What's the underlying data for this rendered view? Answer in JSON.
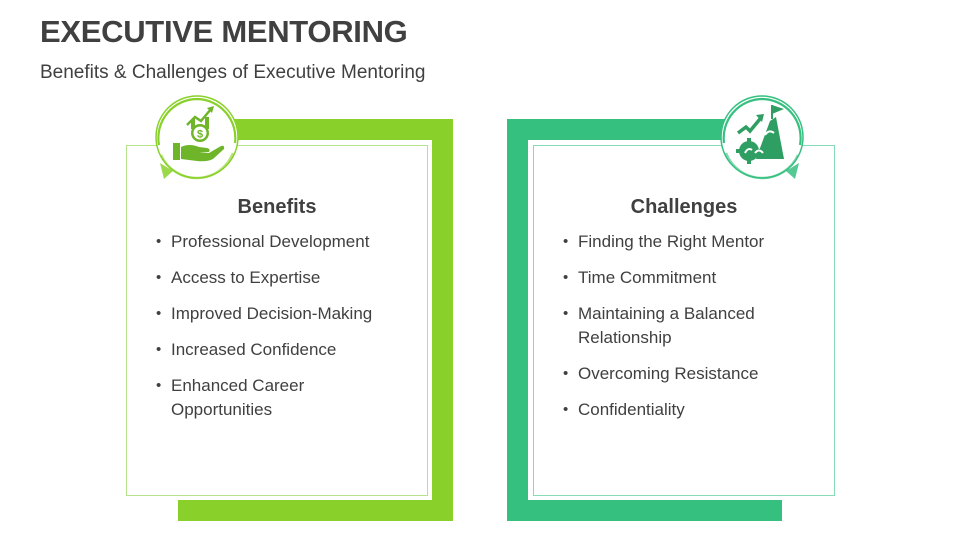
{
  "header": {
    "title": "EXECUTIVE MENTORING",
    "subtitle": "Benefits & Challenges of Executive Mentoring"
  },
  "colors": {
    "benefits_accent": "#89d12a",
    "benefits_border": "#b5e28a",
    "challenges_accent": "#36c080",
    "challenges_border": "#86dcb4",
    "challenges_icon": "#2e9e62",
    "text": "#404040"
  },
  "benefits": {
    "heading": "Benefits",
    "icon": "hand-money-growth-icon",
    "items": [
      "Professional Development",
      "Access to Expertise",
      "Improved Decision-Making",
      "Increased Confidence",
      "Enhanced Career Opportunities"
    ]
  },
  "challenges": {
    "heading": "Challenges",
    "icon": "mountain-flag-gear-icon",
    "items": [
      "Finding the Right Mentor",
      "Time Commitment",
      "Maintaining a Balanced Relationship",
      "Overcoming Resistance",
      "Confidentiality"
    ]
  }
}
